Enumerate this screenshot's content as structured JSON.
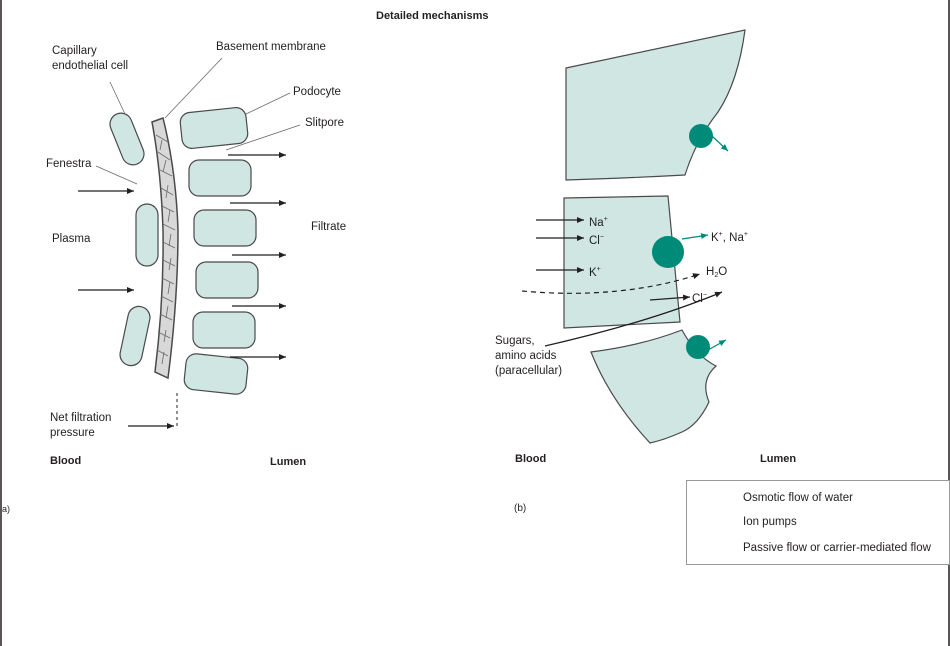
{
  "title": "Detailed mechanisms",
  "panel_a": {
    "corner_label": "a)",
    "capillary_endothelial_cell": [
      "Capillary",
      "endothelial cell"
    ],
    "basement_membrane": "Basement membrane",
    "podocyte": "Podocyte",
    "slitpore": "Slitpore",
    "fenestra": "Fenestra",
    "plasma": "Plasma",
    "filtrate": "Filtrate",
    "net_filtration_pressure": [
      "Net filtration",
      "pressure"
    ],
    "blood": "Blood",
    "lumen": "Lumen"
  },
  "panel_b": {
    "corner_label": "(b)",
    "na": "Na",
    "na_sup": "+",
    "cl": "Cl",
    "cl_sup": "−",
    "k": "K",
    "k_sup": "+",
    "k_na_out": "K",
    "k_na_out_sup": "+",
    "k_na_out_rest": ", Na",
    "k_na_out_sup2": "+",
    "h2o_h": "H",
    "h2o_sub": "2",
    "h2o_o": "O",
    "cl_out": "Cl",
    "cl_out_sup": "−",
    "sugars": [
      "Sugars,",
      "amino acids",
      "(paracellular)"
    ],
    "blood": "Blood",
    "lumen": "Lumen"
  },
  "legend": {
    "items": [
      {
        "symbol": "dashed-arrow",
        "label": "Osmotic flow of water"
      },
      {
        "symbol": "ion-pump",
        "label": "Ion pumps"
      },
      {
        "symbol": "solid-arrow",
        "label": "Passive flow or  carrier-mediated flow"
      }
    ]
  },
  "colors": {
    "cell_fill": "#cfe6e2",
    "pump_fill": "#008b78",
    "outline": "#4a4a4a",
    "text": "#231f20"
  }
}
